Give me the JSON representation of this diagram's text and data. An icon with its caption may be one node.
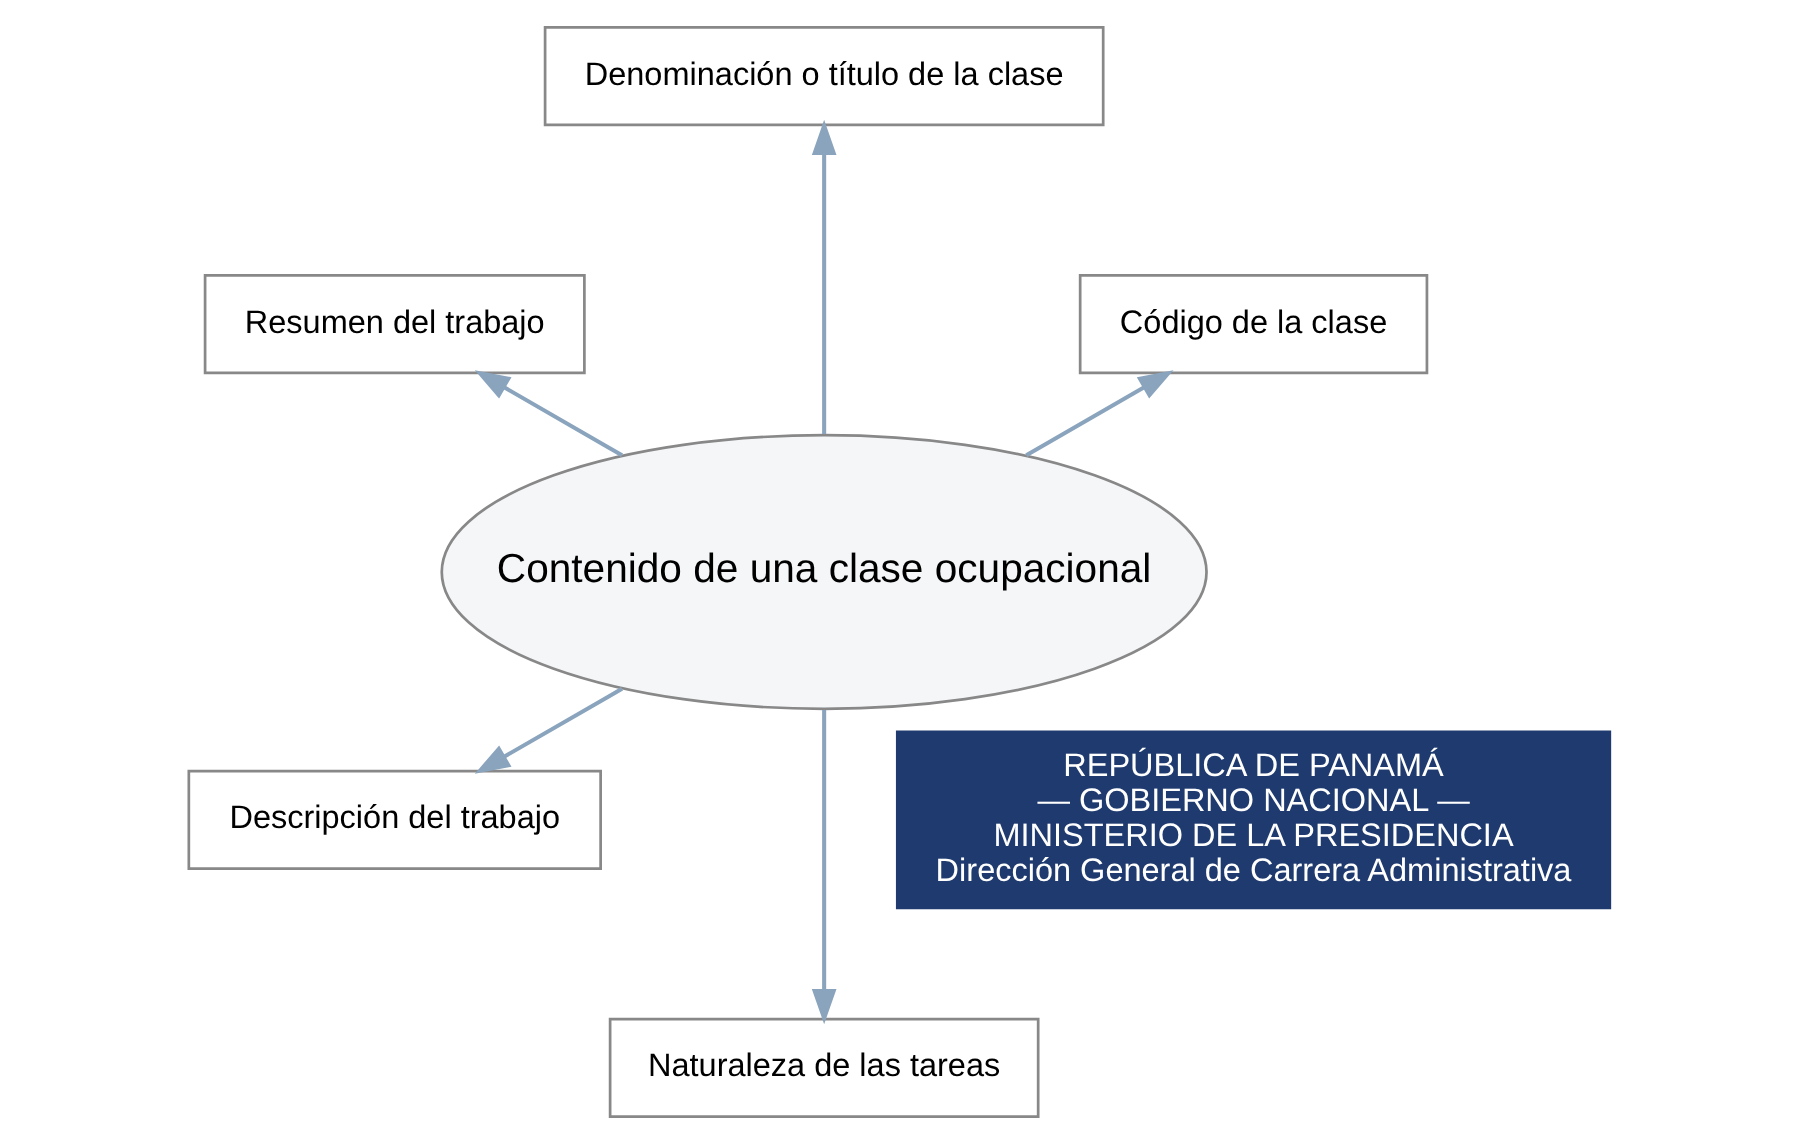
{
  "diagram": {
    "nodes": [
      {
        "text": [
          "Contenido de una clase ocupacional"
        ]
      },
      {
        "text": [
          "Código de la clase"
        ]
      },
      {
        "text": [
          "Denominación o título de la clase"
        ]
      },
      {
        "text": [
          "Resumen del trabajo"
        ]
      },
      {
        "text": [
          "Descripción del trabajo"
        ]
      },
      {
        "text": [
          "Naturaleza de las tareas"
        ]
      }
    ],
    "edges": [
      {
        "from": 0,
        "to": 1,
        "arrow": "to"
      },
      {
        "from": 0,
        "to": 2,
        "arrow": "to"
      },
      {
        "from": 0,
        "to": 3,
        "arrow": "to"
      },
      {
        "from": 0,
        "to": 4,
        "arrow": "to"
      },
      {
        "from": 0,
        "to": 5,
        "arrow": "to"
      }
    ],
    "labels": [
      "REPÚBLICA DE PANAMÁ",
      "— GOBIERNO NACIONAL —",
      "MINISTERIO DE LA PRESIDENCIA",
      "Dirección General de Carrera Administrativa"
    ]
  }
}
